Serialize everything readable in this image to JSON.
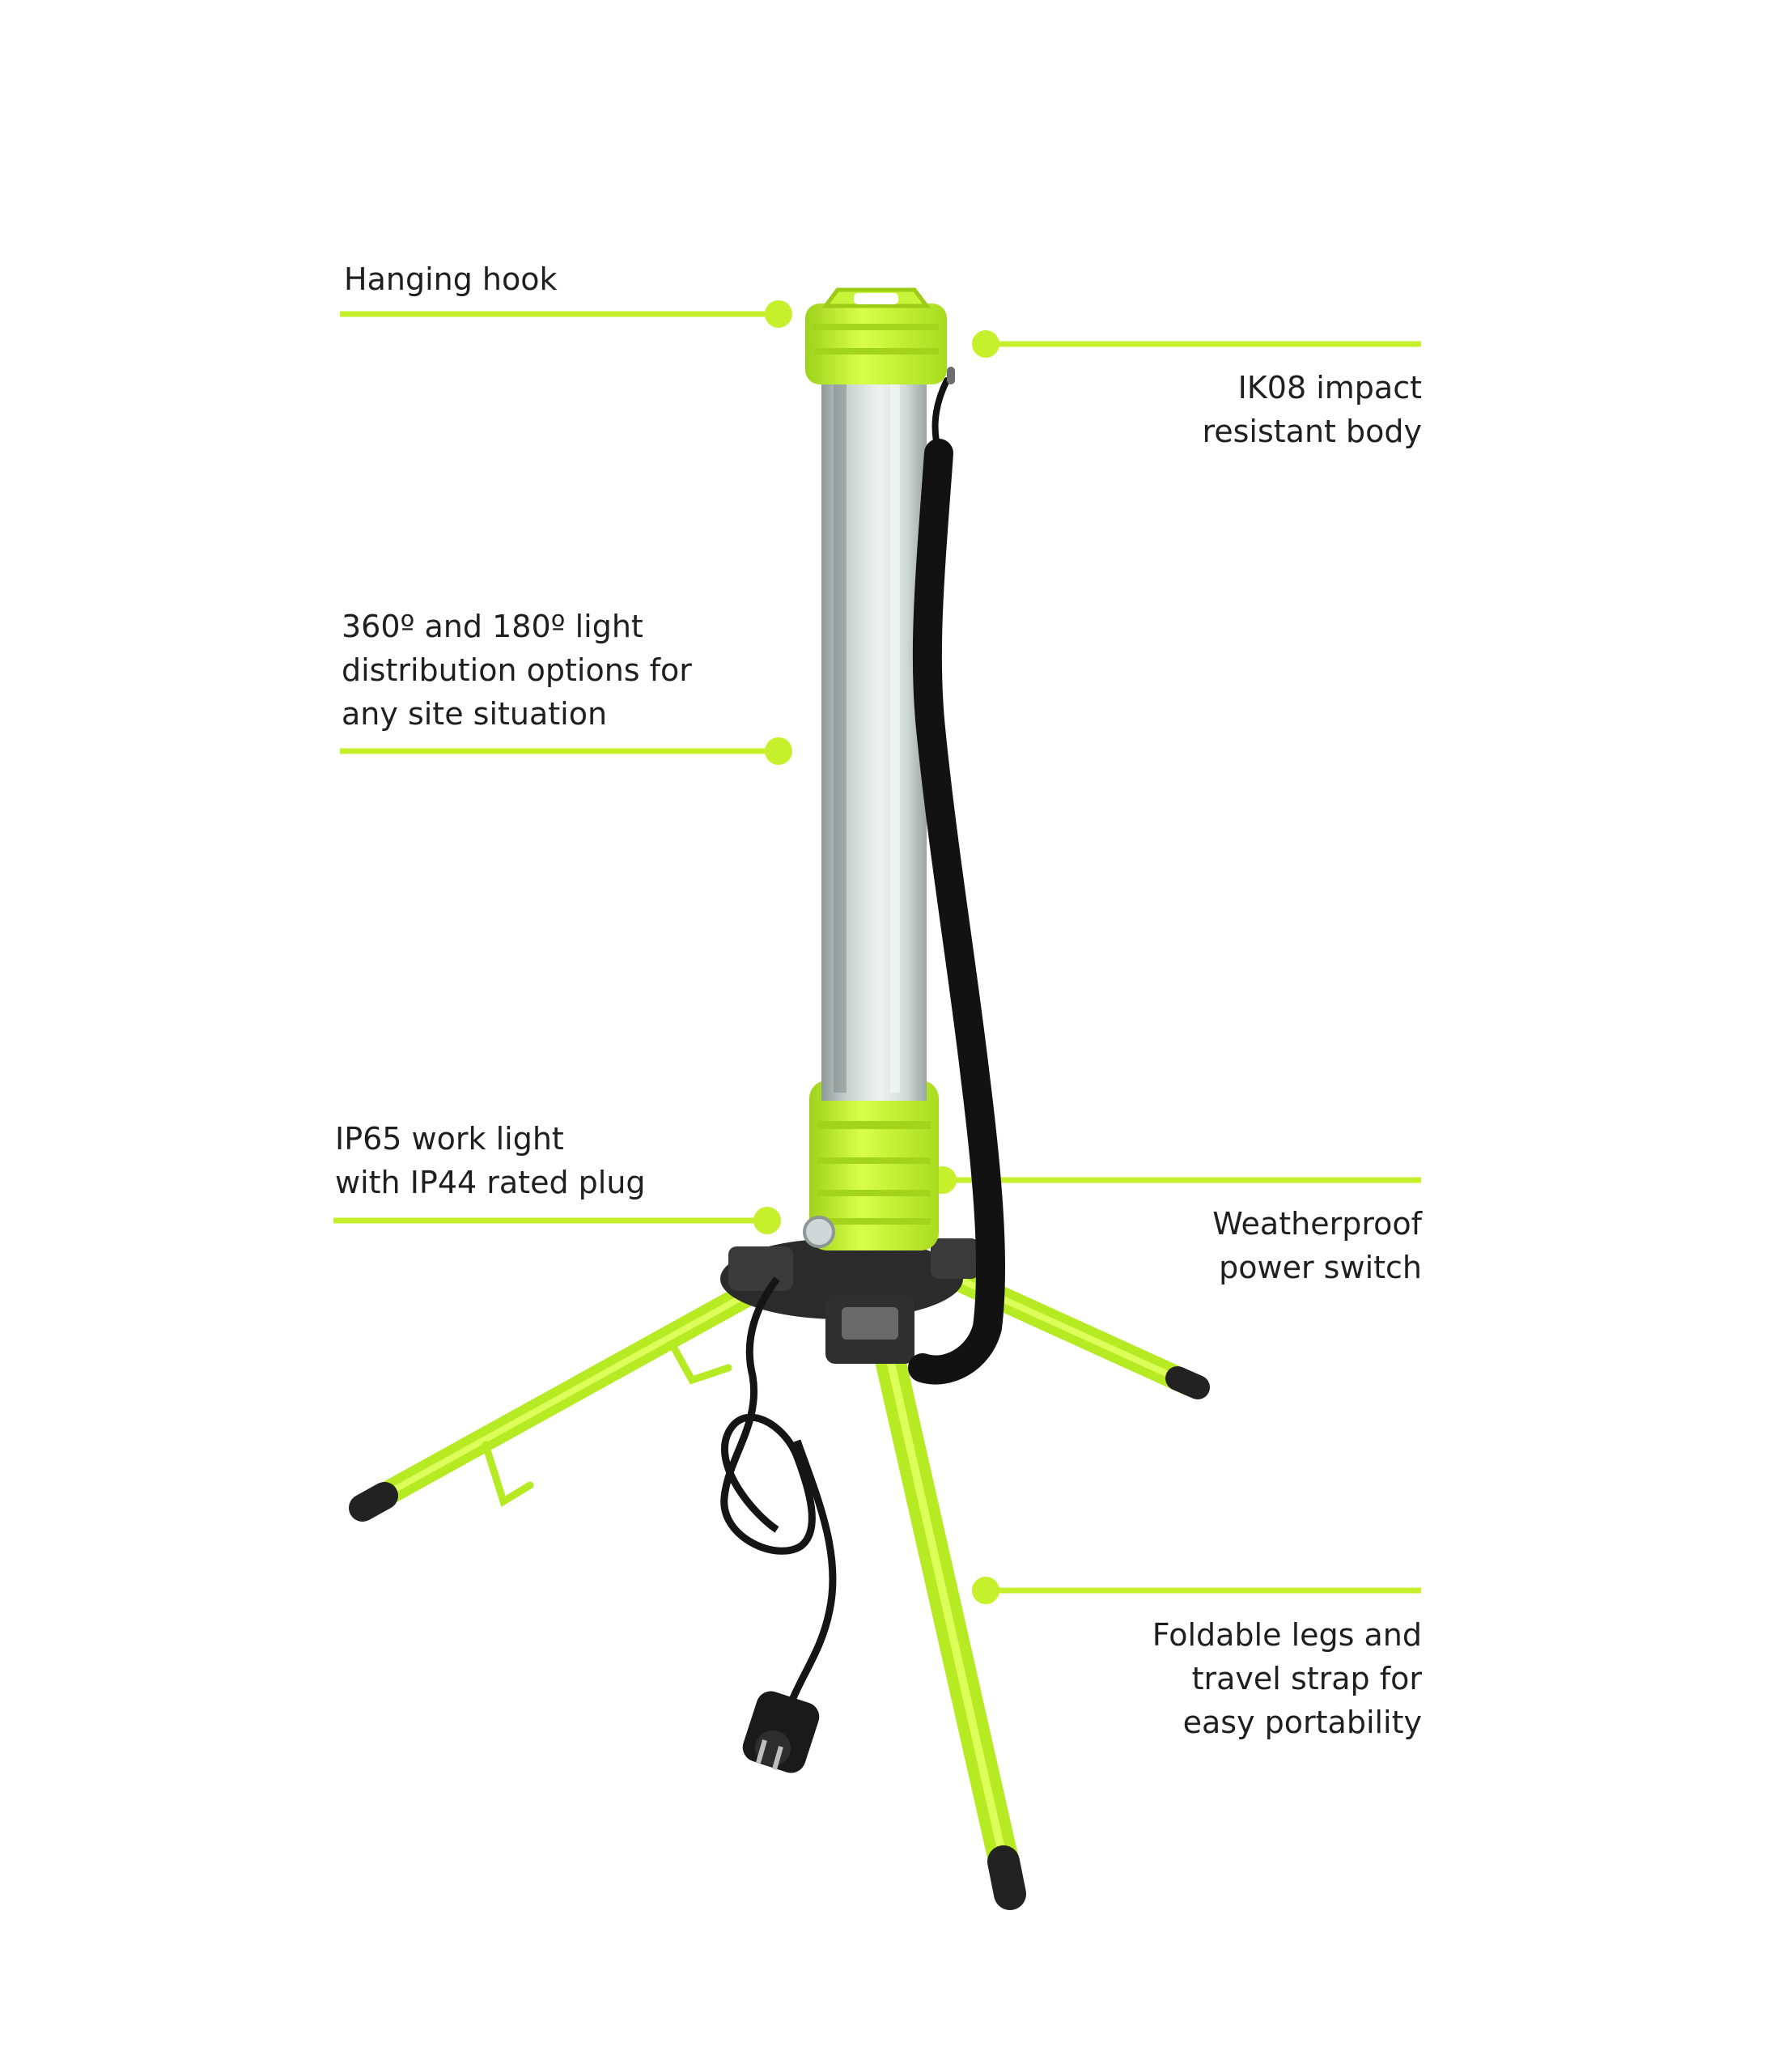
{
  "colors": {
    "accent": "#c6f02c",
    "tube": "#d4dcda",
    "strap": "#111111",
    "text": "#1f1f1f"
  },
  "callouts": [
    {
      "id": "hanging-hook",
      "lines": [
        "Hanging hook"
      ]
    },
    {
      "id": "impact-body",
      "lines": [
        "IK08 impact",
        "resistant body"
      ]
    },
    {
      "id": "light-distribution",
      "lines": [
        "360º and 180º light",
        "distribution options for",
        "any site situation"
      ]
    },
    {
      "id": "ip-rating",
      "lines": [
        "IP65 work light",
        "with IP44 rated plug"
      ]
    },
    {
      "id": "power-switch",
      "lines": [
        "Weatherproof",
        "power switch"
      ]
    },
    {
      "id": "foldable-legs",
      "lines": [
        "Foldable legs and",
        "travel strap for",
        "easy portability"
      ]
    }
  ]
}
